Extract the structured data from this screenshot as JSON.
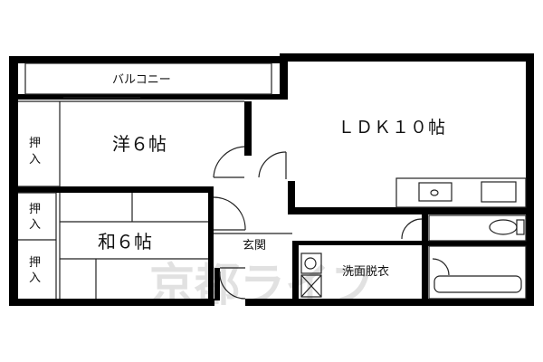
{
  "rooms": {
    "balcony": "バルコニー",
    "ldk": "ＬＤＫ１０帖",
    "western": "洋６帖",
    "japanese": "和６帖",
    "entrance": "玄関",
    "washroom": "洗面脱衣"
  },
  "closets": {
    "top": [
      "押",
      "入"
    ],
    "mid": [
      "押",
      "入"
    ],
    "bottom": [
      "押",
      "入"
    ]
  },
  "watermark": "京都ライフ",
  "colors": {
    "wall": "#000000",
    "line": "#222222",
    "background": "#ffffff",
    "watermark": "#c9c9c9"
  }
}
